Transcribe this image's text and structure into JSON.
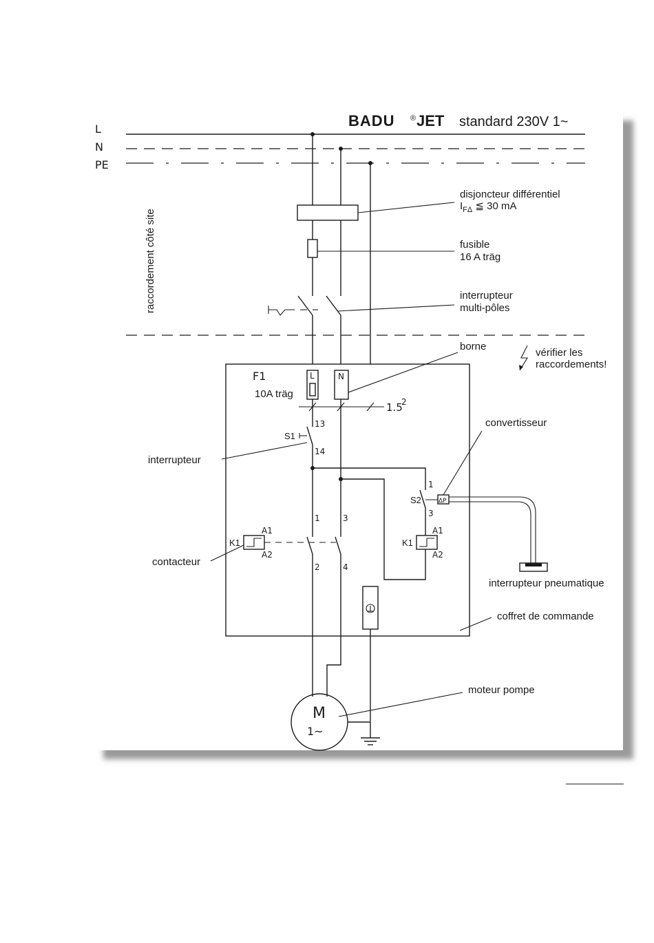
{
  "header": {
    "brand": "BADU",
    "brand_mark": "®",
    "brand_suffix": "JET",
    "title_rest": "standard  230V   1~"
  },
  "lines": {
    "l": "L",
    "n": "N",
    "pe": "PE"
  },
  "site_label": "raccordement côté site",
  "labels": {
    "rcd_line1": "disjoncteur différentiel",
    "rcd_line2_prefix": "I",
    "rcd_line2_sub": "FΔ",
    "rcd_line2_rest": " ≦ 30 mA",
    "fuse_line1": "fusible",
    "fuse_line2": "16 A träg",
    "switch_line1": "interrupteur",
    "switch_line2": "multi-pôles",
    "terminal": "borne",
    "warning_line1": "vérifier les",
    "warning_line2": "raccordements!",
    "converter": "convertisseur",
    "interrupter": "interrupteur",
    "contactor": "contacteur",
    "pneumatic": "interrupteur pneumatique",
    "control_box": "coffret de commande",
    "motor": "moteur  pompe"
  },
  "components": {
    "f1": "F1",
    "f1_rating": "10A träg",
    "term_l": "L",
    "term_n": "N",
    "cross_section": "1.5",
    "cross_exp": "2",
    "s1": "S1",
    "s1_top": "13",
    "s1_bot": "14",
    "s2": "S2",
    "s2_top": "1",
    "s2_bot": "3",
    "converter_mark": "ΔP",
    "k1_left": "K1",
    "k1_right": "K1",
    "a1": "A1",
    "a2": "A2",
    "contact_1": "1",
    "contact_2": "2",
    "contact_3": "3",
    "contact_4": "4",
    "motor_m": "M",
    "motor_phase": "1~"
  }
}
